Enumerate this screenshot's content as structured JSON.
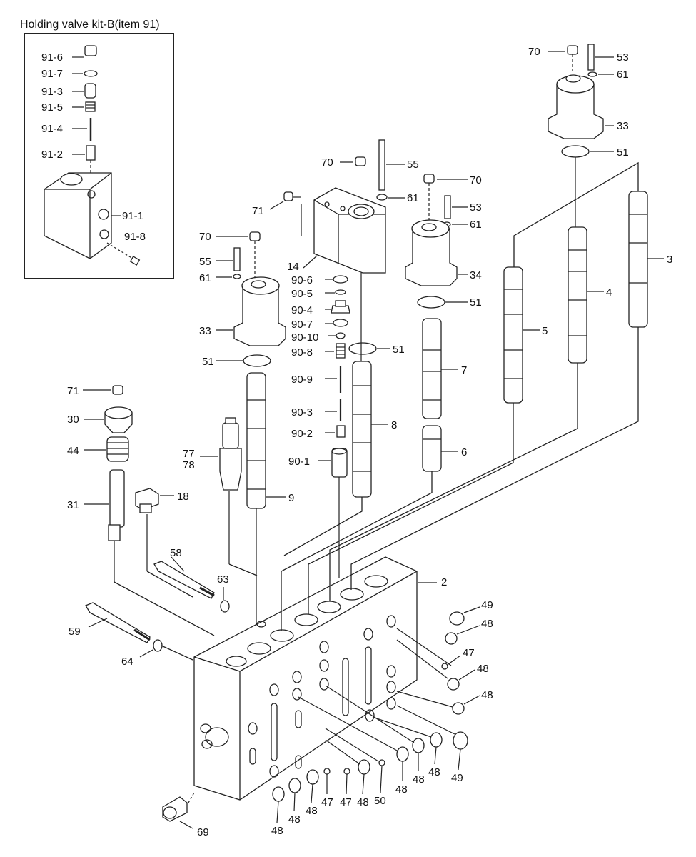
{
  "inset": {
    "title": "Holding valve kit-B(item 91)"
  },
  "labels": {
    "l91_6": "91-6",
    "l91_7": "91-7",
    "l91_3": "91-3",
    "l91_5": "91-5",
    "l91_4": "91-4",
    "l91_2": "91-2",
    "l91_1": "91-1",
    "l91_8": "91-8",
    "l70_tr": "70",
    "l53_tr": "53",
    "l61_tr": "61",
    "l33_tr": "33",
    "l51_tr": "51",
    "l70_mid": "70",
    "l55_mid": "55",
    "l61_mid": "61",
    "l71_mid": "71",
    "l14": "14",
    "l70_c": "70",
    "l53_c": "53",
    "l61_c": "61",
    "l34": "34",
    "l51_c": "51",
    "l3": "3",
    "l4": "4",
    "l5": "5",
    "l7": "7",
    "l8": "8",
    "l6": "6",
    "l70_l": "70",
    "l55_l": "55",
    "l61_l": "61",
    "l33_l": "33",
    "l51_l": "51",
    "l90_6": "90-6",
    "l90_5": "90-5",
    "l90_4": "90-4",
    "l90_7": "90-7",
    "l90_10": "90-10",
    "l90_8": "90-8",
    "l51_m": "51",
    "l90_9": "90-9",
    "l90_3": "90-3",
    "l90_2": "90-2",
    "l90_1": "90-1",
    "l71": "71",
    "l30": "30",
    "l44": "44",
    "l31": "31",
    "l77": "77",
    "l78": "78",
    "l18": "18",
    "l9": "9",
    "l58": "58",
    "l63": "63",
    "l59": "59",
    "l64": "64",
    "l2": "2",
    "l49_a": "49",
    "l48_a": "48",
    "l47_a": "47",
    "l48_b": "48",
    "l48_c": "48",
    "l49_b": "49",
    "l48_d": "48",
    "l48_e": "48",
    "l50": "50",
    "l48_f": "48",
    "l47_b": "47",
    "l47_c": "47",
    "l48_g": "48",
    "l48_h": "48",
    "l48_i": "48",
    "l69": "69"
  }
}
